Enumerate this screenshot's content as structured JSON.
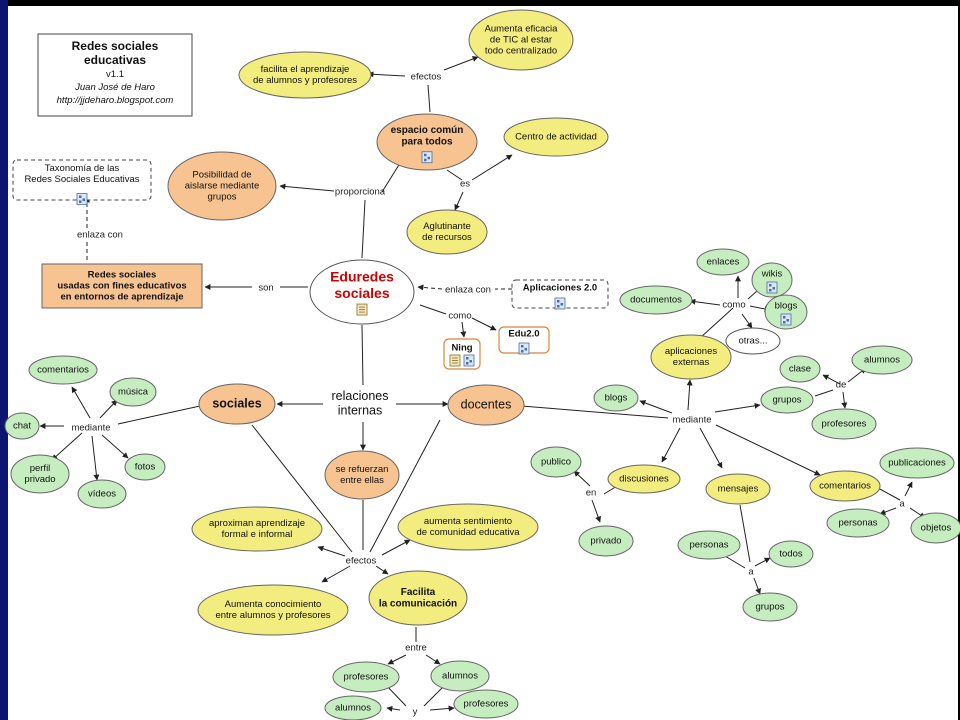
{
  "info_box": {
    "title1": "Redes sociales",
    "title2": "educativas",
    "version": "v1.1",
    "author": "Juan José de Haro",
    "url": "http://jjdeharo.blogspot.com"
  },
  "nodes": {
    "central": [
      "Eduredes",
      "sociales"
    ],
    "espacio": [
      "espacio común",
      "para todos"
    ],
    "facilita_aprendizaje": [
      "facilita el aprendizaje",
      "de alumnos y profesores"
    ],
    "aumenta_eficacia": [
      "Aumenta eficacia",
      "de TIC al estar",
      "todo centralizado"
    ],
    "centro": [
      "Centro de actividad"
    ],
    "aglutinante": [
      "Aglutinante",
      "de recursos"
    ],
    "posibilidad": [
      "Posibilidad de",
      "aislarse mediante",
      "grupos"
    ],
    "taxonomia": [
      "Taxonomía de las",
      "Redes Sociales Educativas"
    ],
    "redes_usadas": [
      "Redes sociales",
      "usadas con fines educativos",
      "en entornos de aprendizaje"
    ],
    "aplicaciones20": [
      "Aplicaciones 2.0"
    ],
    "ning": [
      "Ning"
    ],
    "edu20": [
      "Edu2.0"
    ],
    "sociales": [
      "sociales"
    ],
    "docentes": [
      "docentes"
    ],
    "relaciones": [
      "relaciones",
      "internas"
    ],
    "se_refuerzan": [
      "se refuerzan",
      "entre ellas"
    ],
    "aproximan": [
      "aproximan aprendizaje",
      "formal e informal"
    ],
    "aumenta_sentimiento": [
      "aumenta sentimiento",
      "de comunidad educativa"
    ],
    "aumenta_conocimiento": [
      "Aumenta conocimiento",
      "entre alumnos y profesores"
    ],
    "facilita_comunicacion": [
      "Facilita",
      "la comunicación"
    ],
    "com_profesores1": [
      "profesores"
    ],
    "com_alumnos1": [
      "alumnos"
    ],
    "com_alumnos2": [
      "alumnos"
    ],
    "com_profesores2": [
      "profesores"
    ],
    "comentarios_s": [
      "comentarios"
    ],
    "musica": [
      "música"
    ],
    "chat": [
      "chat"
    ],
    "perfil": [
      "perfil",
      "privado"
    ],
    "videos": [
      "vídeos"
    ],
    "fotos": [
      "fotos"
    ],
    "enlaces": [
      "enlaces"
    ],
    "wikis": [
      "wikis"
    ],
    "documentos": [
      "documentos"
    ],
    "blogs_top": [
      "blogs"
    ],
    "otras": [
      "otras..."
    ],
    "aplicaciones_externas": [
      "aplicaciones",
      "externas"
    ],
    "blogs_mid": [
      "blogs"
    ],
    "clase": [
      "clase"
    ],
    "alumnos_g": [
      "alumnos"
    ],
    "grupos_d": [
      "grupos"
    ],
    "profesores_g": [
      "profesores"
    ],
    "publico": [
      "publico"
    ],
    "discusiones": [
      "discusiones"
    ],
    "mensajes": [
      "mensajes"
    ],
    "comentarios_d": [
      "comentarios"
    ],
    "publicaciones": [
      "publicaciones"
    ],
    "privado": [
      "privado"
    ],
    "personas_c": [
      "personas"
    ],
    "objetos": [
      "objetos"
    ],
    "personas_m": [
      "personas"
    ],
    "todos": [
      "todos"
    ],
    "grupos_m": [
      "grupos"
    ]
  },
  "links": {
    "efectos_top": "efectos",
    "es": "es",
    "proporciona": "proporciona",
    "enlaza_con_left": "enlaza con",
    "son": "son",
    "enlaza_con_right": "enlaza con",
    "como_center": "como",
    "mediante_s": "mediante",
    "efectos_bottom": "efectos",
    "entre": "entre",
    "y": "y",
    "como_right": "como",
    "de": "de",
    "mediante_d": "mediante",
    "en": "en",
    "a_com": "a",
    "a_msg": "a"
  },
  "colors": {
    "yellow": "#f3ec7f",
    "orange": "#f7c390",
    "green": "#c6edc0",
    "white": "#ffffff",
    "accent_red": "#d10000",
    "side_edge": "#0c1670"
  }
}
